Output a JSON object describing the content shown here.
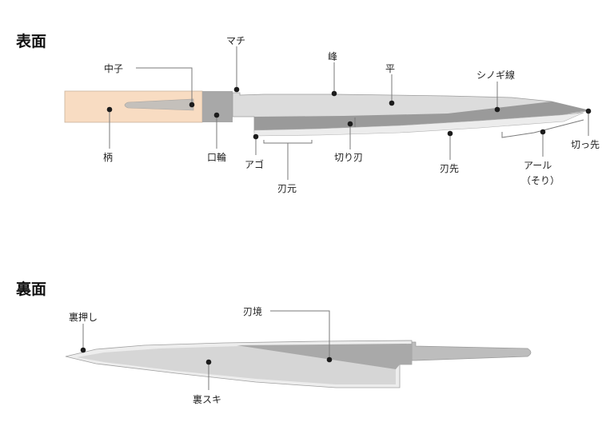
{
  "colors": {
    "handle": "#f8dcc2",
    "blade_light": "#dcdcdc",
    "blade_mid": "#cfcfcf",
    "bevel": "#9a9a9a",
    "edge_light": "#ececec",
    "tang": "#bdbdbd",
    "ferrule": "#a8a8a8",
    "ura_suki": "#d6d6d6"
  },
  "front": {
    "title": "表面",
    "labels": {
      "nakago": "中子",
      "machi": "マチ",
      "mine": "峰",
      "hira": "平",
      "shinogi": "シノギ線",
      "e": "柄",
      "kuchiwa": "口輪",
      "ago": "アゴ",
      "hamoto": "刃元",
      "kiriba": "切り刃",
      "hasaki": "刃先",
      "aru": "アール",
      "sori": "（そり）",
      "kissaki": "切っ先"
    }
  },
  "back": {
    "title": "裏面",
    "labels": {
      "uraoshi": "裏押し",
      "hazakai": "刃境",
      "urasuki": "裏スキ"
    }
  }
}
